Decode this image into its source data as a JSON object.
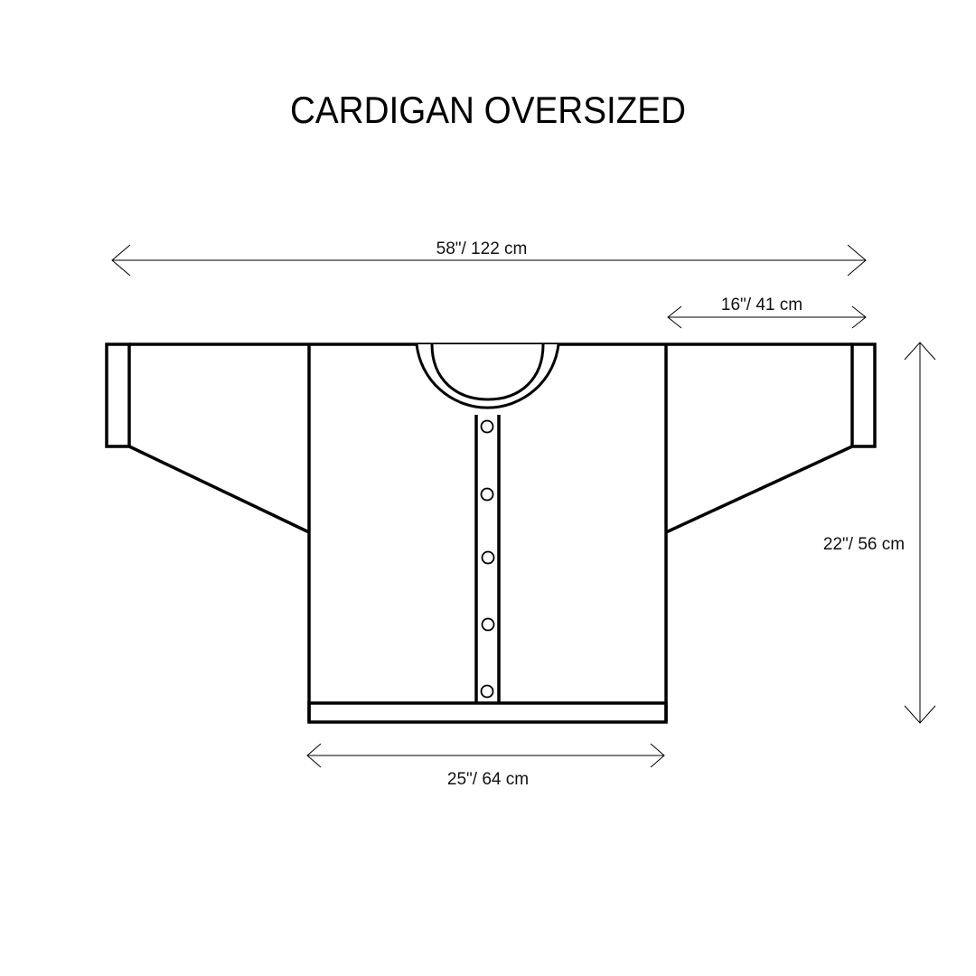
{
  "title": "CARDIGAN OVERSIZED",
  "dimensions": {
    "total_width": "58\"/ 122 cm",
    "sleeve_length": "16\"/ 41 cm",
    "body_length": "22\"/ 56 cm",
    "body_width": "25\"/ 64 cm"
  },
  "garment": {
    "button_count": 5,
    "line_color": "#000000",
    "background": "#ffffff"
  }
}
